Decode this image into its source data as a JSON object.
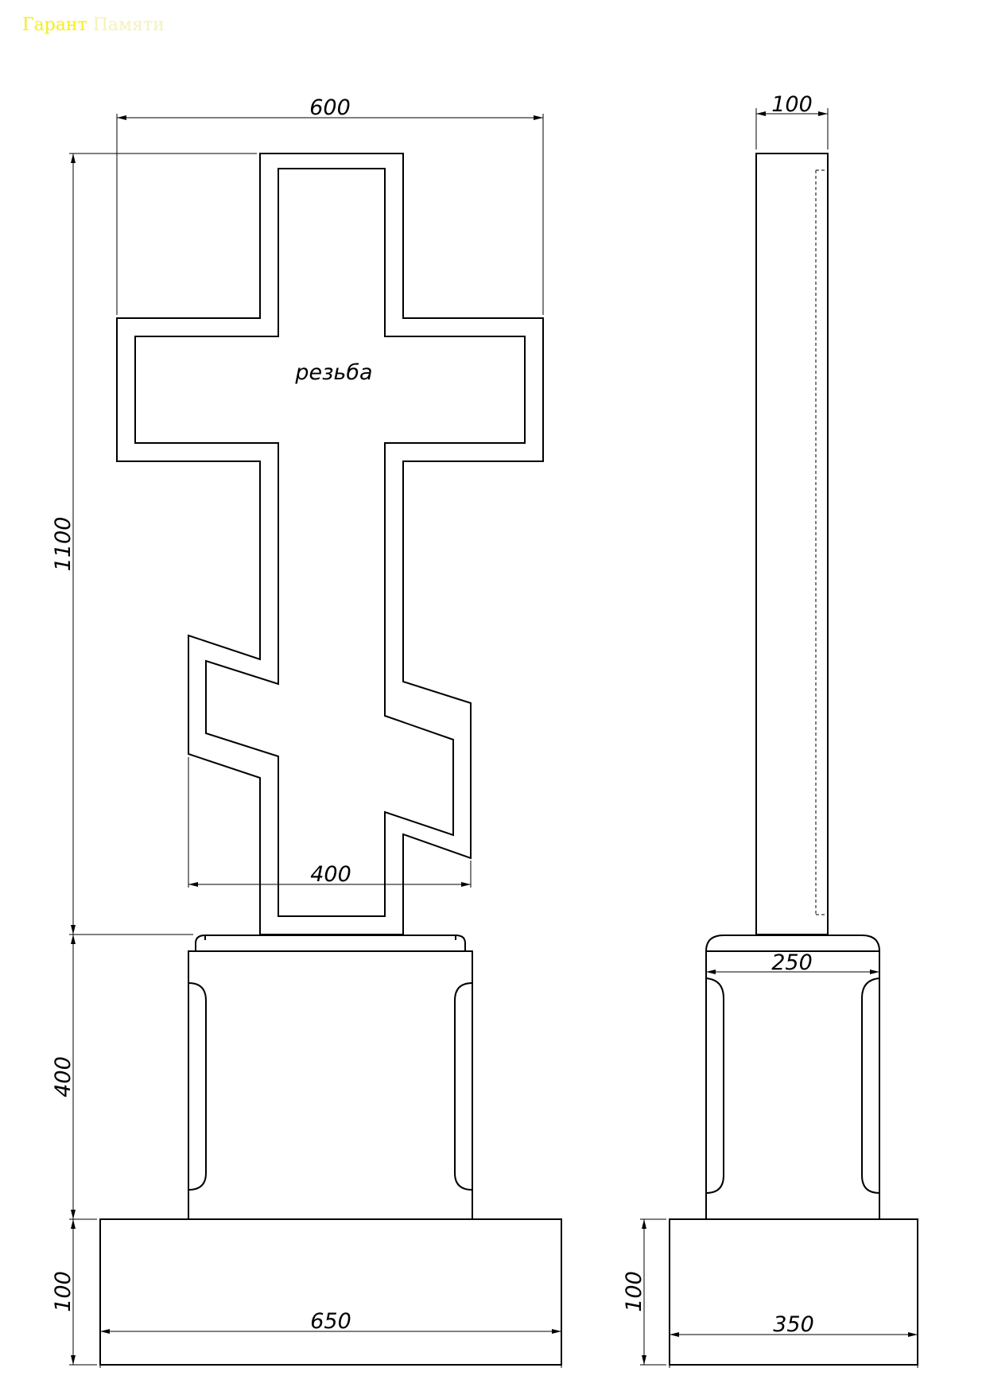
{
  "watermark": {
    "part1": "Гарант",
    "part2": "Памяти",
    "color1": "#f5ee1a",
    "color2": "#f6f2b5"
  },
  "annotation": "резьба",
  "dimensions": {
    "front": {
      "cross_width": "600",
      "lower_bar_width": "400",
      "cross_height": "1100",
      "pedestal_height": "400",
      "base_height": "100",
      "base_width": "650"
    },
    "side": {
      "cross_thickness": "100",
      "pedestal_depth": "250",
      "base_height": "100",
      "base_depth": "350"
    }
  }
}
